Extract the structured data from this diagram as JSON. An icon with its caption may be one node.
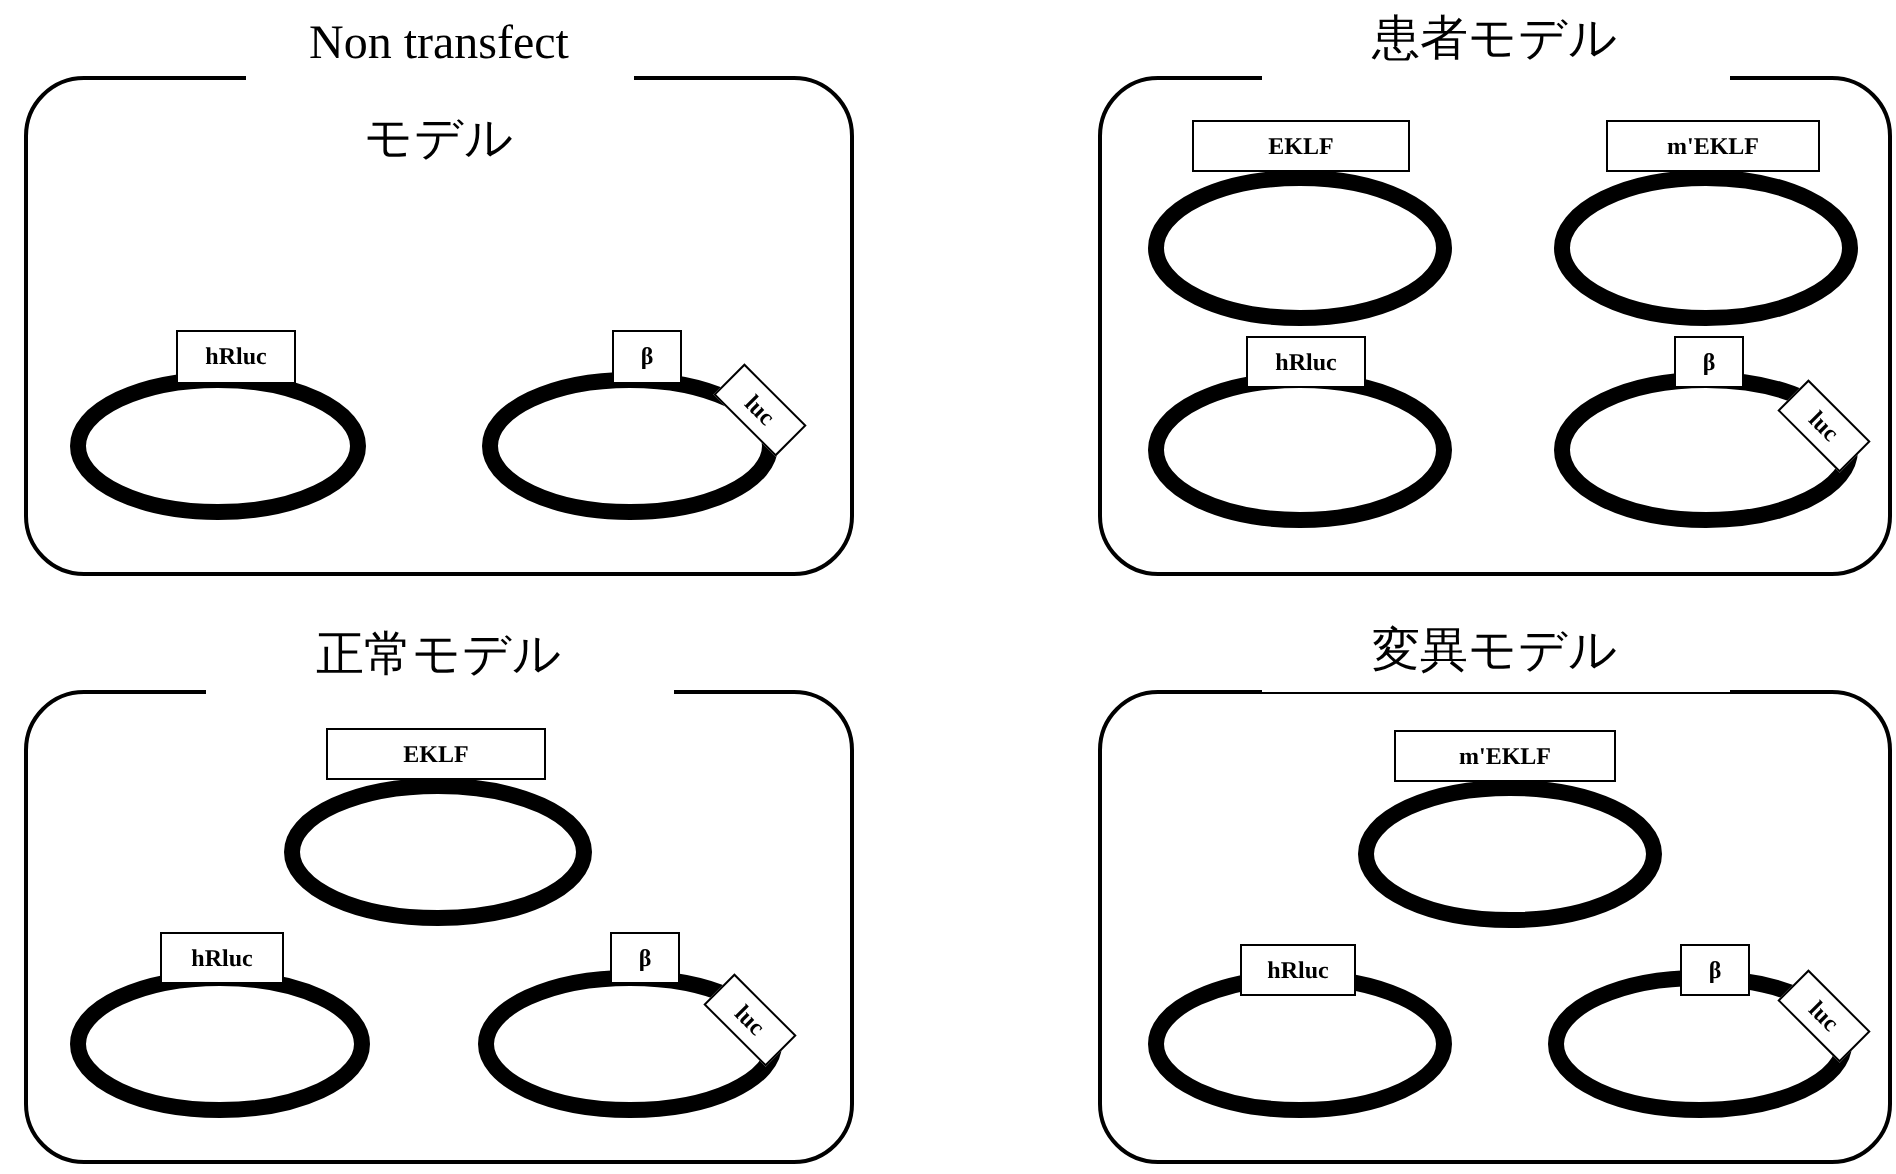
{
  "diagram": {
    "nodes": [
      {
        "text": [
          "Non transfect モデル"
        ]
      },
      {
        "text": [],
        "shape": "ellipse",
        "in": 0
      },
      {
        "text": [
          "hRluc"
        ],
        "in": 0
      },
      {
        "text": [],
        "shape": "ellipse",
        "in": 0
      },
      {
        "text": [
          "β"
        ],
        "in": 0
      },
      {
        "text": [
          "luc"
        ],
        "in": 0
      },
      {
        "text": [
          "患者モデル"
        ]
      },
      {
        "text": [],
        "shape": "ellipse",
        "in": 6
      },
      {
        "text": [
          "EKLF"
        ],
        "in": 6
      },
      {
        "text": [],
        "shape": "ellipse",
        "in": 6
      },
      {
        "text": [
          "m'EKLF"
        ],
        "in": 6
      },
      {
        "text": [],
        "shape": "ellipse",
        "in": 6
      },
      {
        "text": [
          "hRluc"
        ],
        "in": 6
      },
      {
        "text": [],
        "shape": "ellipse",
        "in": 6
      },
      {
        "text": [
          "β"
        ],
        "in": 6
      },
      {
        "text": [
          "luc"
        ],
        "in": 6
      },
      {
        "text": [
          "正常モデル"
        ]
      },
      {
        "text": [],
        "shape": "ellipse",
        "in": 16
      },
      {
        "text": [
          "EKLF"
        ],
        "in": 16
      },
      {
        "text": [],
        "shape": "ellipse",
        "in": 16
      },
      {
        "text": [
          "hRluc"
        ],
        "in": 16
      },
      {
        "text": [],
        "shape": "ellipse",
        "in": 16
      },
      {
        "text": [
          "β"
        ],
        "in": 16
      },
      {
        "text": [
          "luc"
        ],
        "in": 16
      },
      {
        "text": [
          "変異モデル"
        ]
      },
      {
        "text": [],
        "shape": "ellipse",
        "in": 24
      },
      {
        "text": [
          "m'EKLF"
        ],
        "in": 24
      },
      {
        "text": [],
        "shape": "ellipse",
        "in": 24
      },
      {
        "text": [
          "hRluc"
        ],
        "in": 24
      },
      {
        "text": [],
        "shape": "ellipse",
        "in": 24
      },
      {
        "text": [
          "β"
        ],
        "in": 24
      },
      {
        "text": [
          "luc"
        ],
        "in": 24
      }
    ]
  }
}
